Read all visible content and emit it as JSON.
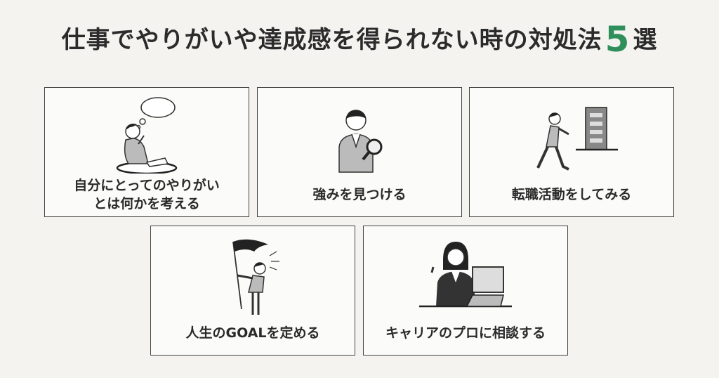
{
  "title": {
    "before": "仕事でやりがいや達成感を得られない時の対処法",
    "number": "5",
    "after": "選"
  },
  "cards": [
    {
      "label_lines": [
        "自分にとってのやりがい",
        "とは何かを考える"
      ],
      "icon": "thinking-person-icon"
    },
    {
      "label_lines": [
        "強みを見つける"
      ],
      "icon": "magnifier-person-icon"
    },
    {
      "label_lines": [
        "転職活動をしてみる"
      ],
      "icon": "running-person-icon"
    },
    {
      "label_lines": [
        "人生のGOALを定める"
      ],
      "icon": "flag-person-icon"
    },
    {
      "label_lines": [
        "キャリアのプロに相談する"
      ],
      "icon": "consultant-icon"
    }
  ],
  "colors": {
    "accent": "#2f8f5b",
    "background": "#f4f3f0",
    "card": "#fbfbfa"
  }
}
